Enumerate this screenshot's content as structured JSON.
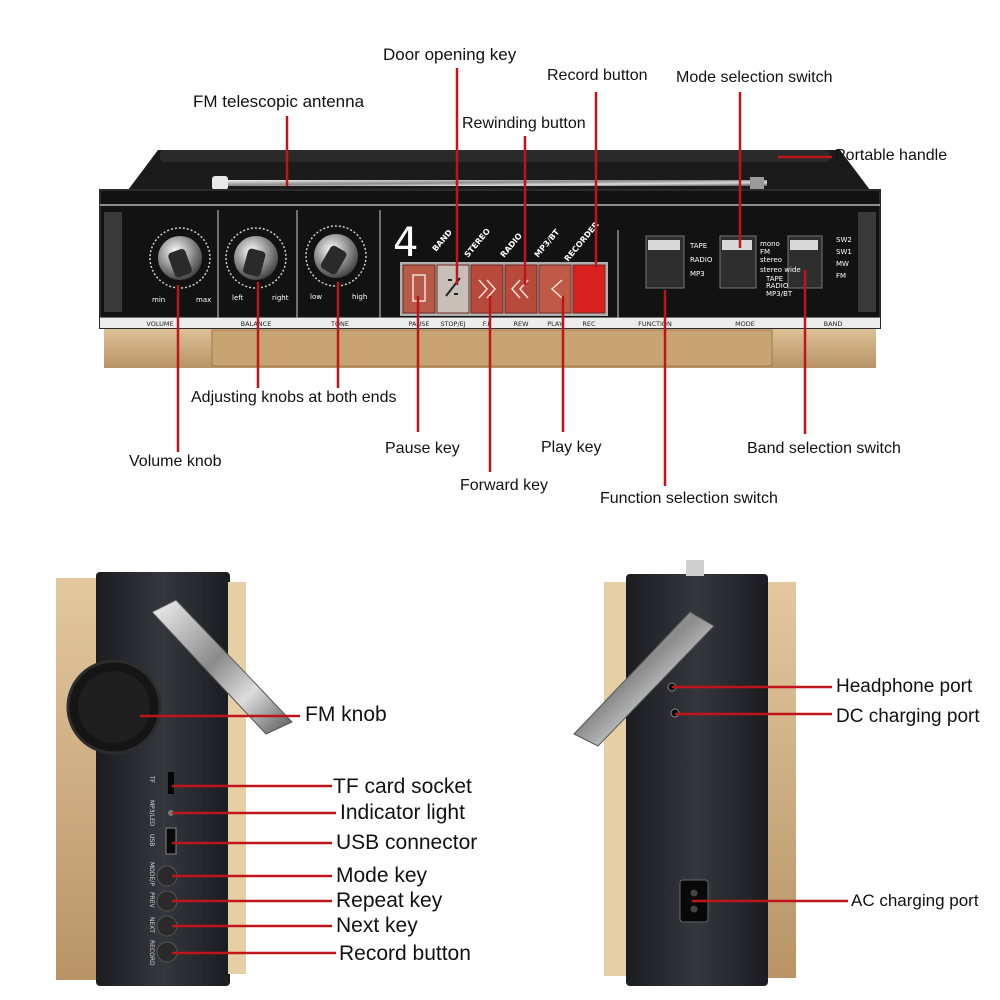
{
  "colors": {
    "leader_line": "#c0141b",
    "panel": "#121212",
    "body_tan": "#c9a678",
    "record_key": "#d8201e",
    "key_red": "#b84a3c"
  },
  "front_view": {
    "panel_number": "4",
    "angled_labels": [
      "BAND",
      "STEREO",
      "RADIO",
      "MP3/BT",
      "RECORDER"
    ],
    "knob_labels": {
      "volume": [
        "min",
        "max"
      ],
      "balance": [
        "left",
        "right"
      ],
      "tone": [
        "low",
        "high"
      ]
    },
    "bottom_labels": [
      "VOLUME",
      "BALANCE",
      "TONE",
      "PAUSE",
      "STOP/EJ",
      "F.F",
      "REW",
      "PLAY",
      "REC",
      "FUNCTION",
      "MODE",
      "BAND"
    ],
    "function_options": [
      "TAPE",
      "RADIO",
      "MP3"
    ],
    "mode_options": [
      "mono",
      "FM",
      "stereo",
      "stereo wide",
      "TAPE",
      "RADIO",
      "MP3/BT"
    ],
    "band_options": [
      "SW2",
      "SW1",
      "MW",
      "FM"
    ]
  },
  "callouts_top": {
    "door_opening_key": "Door opening key",
    "record_button": "Record button",
    "mode_selection_switch": "Mode selection switch",
    "fm_antenna": "FM telescopic antenna",
    "rewinding_button": "Rewinding button",
    "portable_handle": "Portable handle",
    "adjusting_knobs": "Adjusting knobs at both ends",
    "volume_knob": "Volume knob",
    "pause_key": "Pause key",
    "play_key": "Play key",
    "band_selection_switch": "Band selection switch",
    "forward_key": "Forward key",
    "function_selection_switch": "Function selection switch"
  },
  "left_side_view": {
    "port_labels": [
      "TF",
      "MP3/LED",
      "USB",
      "MODE/P",
      "PREV",
      "NEXT",
      "RECORD"
    ],
    "callouts": {
      "fm_knob": "FM knob",
      "tf_card_socket": "TF card socket",
      "indicator_light": "Indicator light",
      "usb_connector": "USB connector",
      "mode_key": "Mode key",
      "repeat_key": "Repeat key",
      "next_key": "Next key",
      "record_button": "Record button"
    }
  },
  "right_side_view": {
    "callouts": {
      "headphone_port": "Headphone port",
      "dc_charging_port": "DC charging port",
      "ac_charging_port": "AC charging port"
    }
  }
}
